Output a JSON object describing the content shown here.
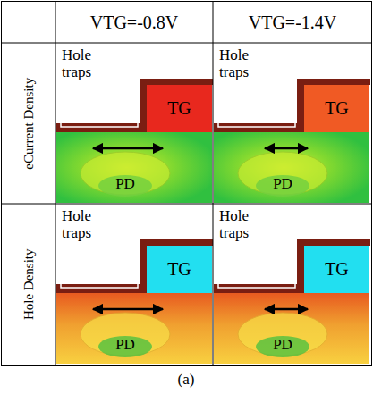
{
  "diagram": {
    "caption": "(a)",
    "nodes": [
      {
        "text": [
          "TG"
        ]
      },
      {
        "text": [
          "TG"
        ]
      },
      {
        "text": [
          "TG"
        ]
      },
      {
        "text": [
          "TG"
        ]
      }
    ],
    "labels": [
      "VTG=-0.8V",
      "VTG=-1.4V",
      "eCurrent Density",
      "Hole Density",
      "Hole traps",
      "PD",
      "Hole traps",
      "PD",
      "Hole traps",
      "PD",
      "Hole traps",
      "PD"
    ]
  }
}
